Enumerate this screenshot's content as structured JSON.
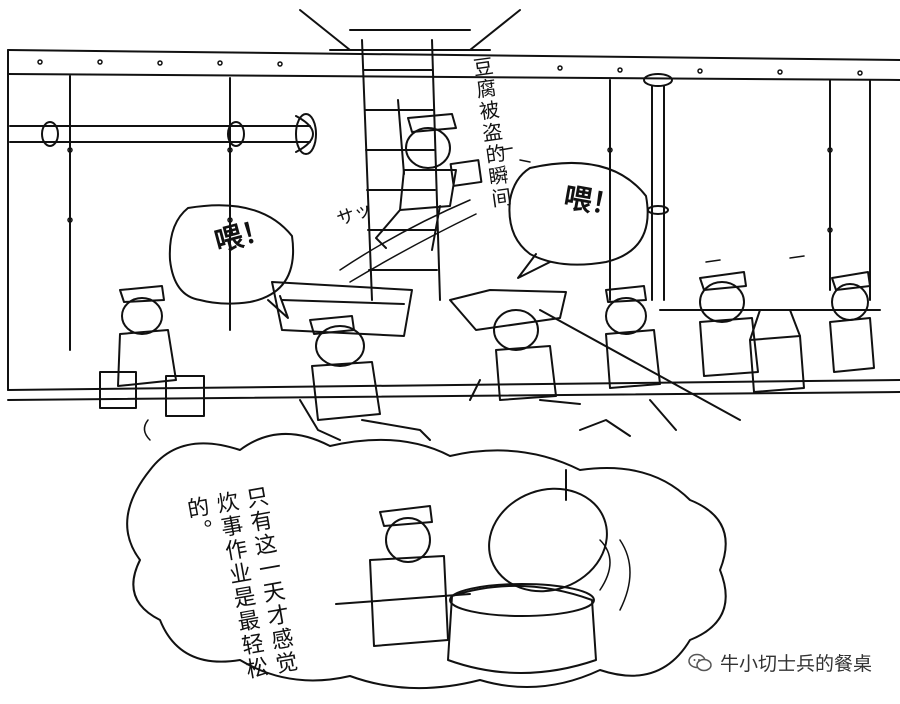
{
  "caption_tofu": "豆腐被盗的瞬间",
  "shout_left": "喂！",
  "shout_right": "喂！",
  "sfx": "サッ",
  "caption_cook": "只有这一天才感觉炊事作业是最轻松的。",
  "watermark": "牛小切士兵的餐桌",
  "icons": {
    "watermark": "wechat-icon"
  }
}
